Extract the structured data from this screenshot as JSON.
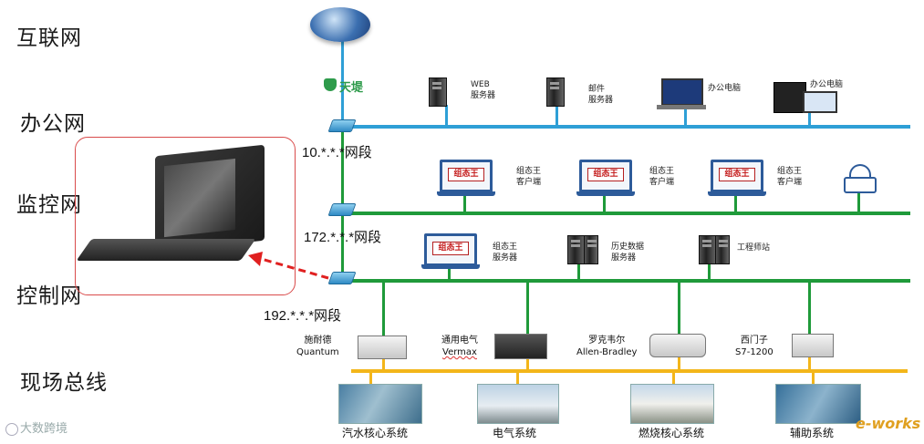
{
  "zones": [
    "互联网",
    "办公网",
    "监控网",
    "控制网",
    "现场总线"
  ],
  "segments": [
    "10.*.*.*网段",
    "172.*.*.*网段",
    "192.*.*.*网段"
  ],
  "firewall": "天堤",
  "office": {
    "web_server": [
      "WEB",
      "服务器"
    ],
    "mail_server": [
      "邮件",
      "服务器"
    ],
    "pc1": "办公电脑",
    "pc2": "办公电脑"
  },
  "monitor": {
    "brand": "组态王",
    "client": [
      "组态王",
      "客户端"
    ]
  },
  "control": {
    "scada_server": [
      "组态王",
      "服务器"
    ],
    "history_server": [
      "历史数据",
      "服务器"
    ],
    "eng_station": "工程师站"
  },
  "plcs": [
    {
      "line1": "施耐德",
      "line2": "Quantum"
    },
    {
      "line1": "通用电气",
      "line2": "Vermax"
    },
    {
      "line1": "罗克韦尔",
      "line2": "Allen-Bradley"
    },
    {
      "line1": "西门子",
      "line2": "S7-1200"
    }
  ],
  "systems": [
    "汽水核心系统",
    "电气系统",
    "燃烧核心系统",
    "辅助系统"
  ],
  "watermark_left": "大数跨境",
  "watermark_right": "e-works",
  "colors": {
    "office_bus": "#2e9fd6",
    "monitor_bus": "#1f9a3a",
    "field_bus": "#f3b61a",
    "link": "#e02020"
  }
}
